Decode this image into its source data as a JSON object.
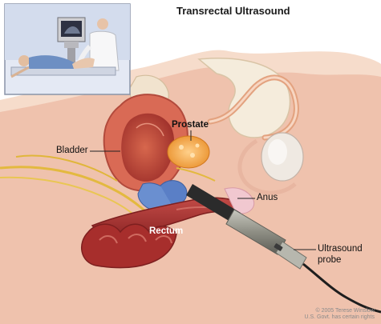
{
  "title": "Transrectal Ultrasound",
  "labels": {
    "bladder": "Bladder",
    "prostate": "Prostate",
    "anus": "Anus",
    "rectum": "Rectum",
    "probe_line1": "Ultrasound",
    "probe_line2": "probe"
  },
  "copyright": "© 2005 Terese Winslow",
  "copyright_sub": "U.S. Govt. has certain rights",
  "colors": {
    "skin": "#f4d3c0",
    "flesh": "#e9a893",
    "muscle": "#c74b45",
    "rectum": "#a92e2e",
    "prostate": "#f2a33a",
    "nerve": "#e3b93f",
    "bone": "#f3ead9",
    "probe": "#9a9a90",
    "inset_bg": "#dbe3f0"
  }
}
